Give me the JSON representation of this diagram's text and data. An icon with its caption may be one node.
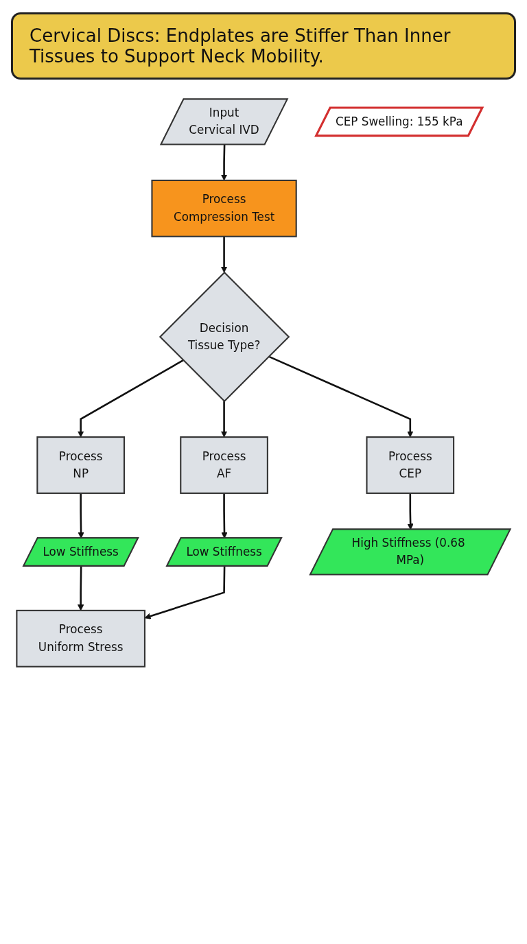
{
  "diagram": {
    "title": "Cervical Discs: Endplates are Stiffer Than Inner Tissues to Support Neck Mobility.",
    "nodes": [
      {
        "text": [
          "Input",
          "Cervical IVD"
        ]
      },
      {
        "text": [
          "Process",
          "Compression Test"
        ]
      },
      {
        "text": [
          "Decision",
          "Tissue Type?"
        ]
      },
      {
        "text": [
          "Process",
          "NP"
        ]
      },
      {
        "text": [
          "Process",
          "AF"
        ]
      },
      {
        "text": [
          "Process",
          "CEP"
        ]
      },
      {
        "text": [
          "Low Stiffness"
        ]
      },
      {
        "text": [
          "Low Stiffness"
        ]
      },
      {
        "text": [
          "High Stiffness (0.68 MPa)"
        ]
      },
      {
        "text": [
          "Process",
          "Uniform Stress"
        ]
      },
      {
        "text": [
          "CEP Swelling: 155 kPa"
        ]
      }
    ],
    "edges": [
      {
        "from": 0,
        "to": 1,
        "arrow": "to"
      },
      {
        "from": 1,
        "to": 2,
        "arrow": "to"
      },
      {
        "from": 2,
        "to": 3,
        "arrow": "to"
      },
      {
        "from": 2,
        "to": 4,
        "arrow": "to"
      },
      {
        "from": 2,
        "to": 5,
        "arrow": "to"
      },
      {
        "from": 3,
        "to": 6,
        "arrow": "to"
      },
      {
        "from": 4,
        "to": 7,
        "arrow": "to"
      },
      {
        "from": 5,
        "to": 8,
        "arrow": "to"
      },
      {
        "from": 6,
        "to": 9,
        "arrow": "to"
      },
      {
        "from": 7,
        "to": 9,
        "arrow": "to"
      }
    ]
  }
}
